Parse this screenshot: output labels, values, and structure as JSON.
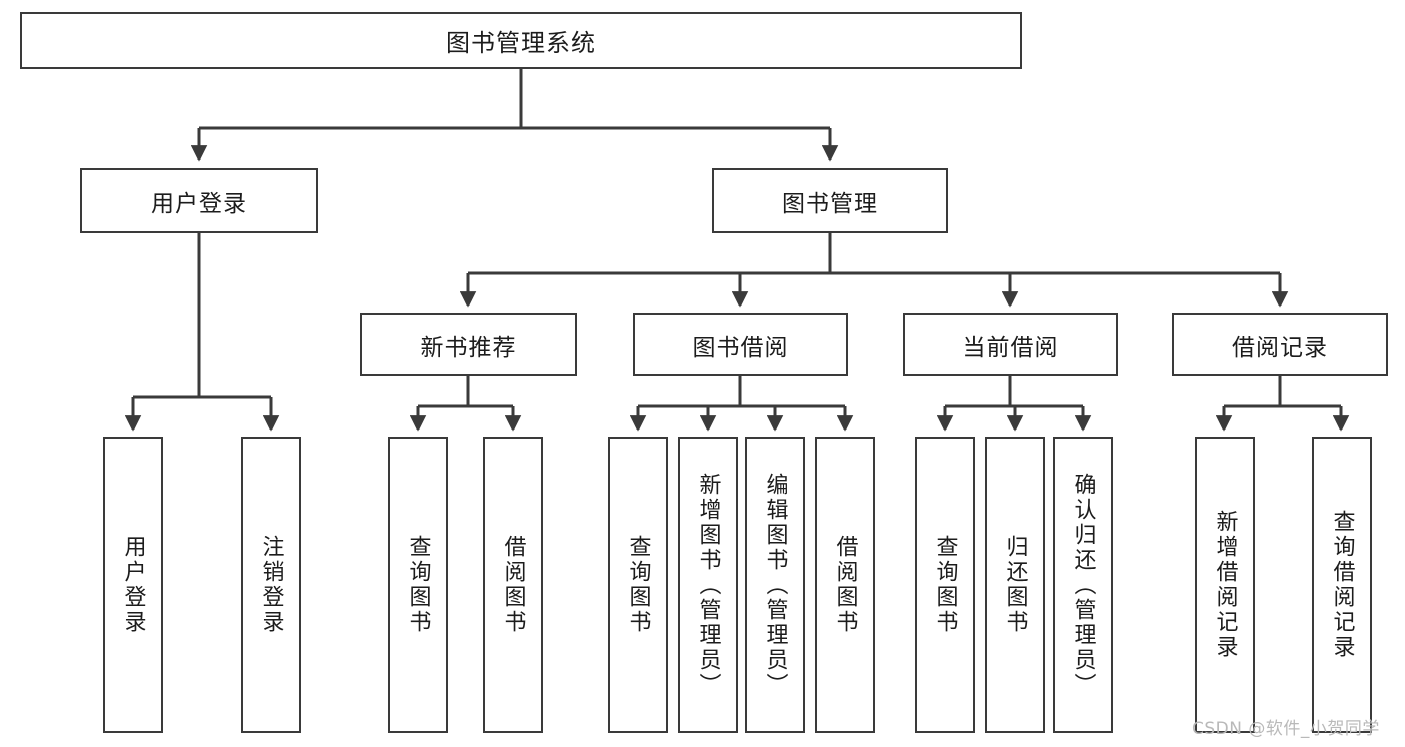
{
  "diagram": {
    "type": "tree-hierarchy",
    "title": "图书管理系统",
    "root": {
      "id": "root",
      "label": "图书管理系统"
    },
    "level2": [
      {
        "id": "user-login",
        "label": "用户登录"
      },
      {
        "id": "book-manage",
        "label": "图书管理"
      }
    ],
    "level3": [
      {
        "id": "new-book-recommend",
        "label": "新书推荐",
        "parent": "book-manage"
      },
      {
        "id": "book-borrow",
        "label": "图书借阅",
        "parent": "book-manage"
      },
      {
        "id": "current-borrow",
        "label": "当前借阅",
        "parent": "book-manage"
      },
      {
        "id": "borrow-record",
        "label": "借阅记录",
        "parent": "book-manage"
      }
    ],
    "leaves": [
      {
        "id": "leaf-user-login",
        "label": "用户登录",
        "parent": "user-login"
      },
      {
        "id": "leaf-logout-login",
        "label": "注销登录",
        "parent": "user-login"
      },
      {
        "id": "leaf-query-book-1",
        "label": "查询图书",
        "parent": "new-book-recommend"
      },
      {
        "id": "leaf-borrow-book-1",
        "label": "借阅图书",
        "parent": "new-book-recommend"
      },
      {
        "id": "leaf-query-book-2",
        "label": "查询图书",
        "parent": "book-borrow"
      },
      {
        "id": "leaf-add-book",
        "label": "新增图书（管理员）",
        "parent": "book-borrow"
      },
      {
        "id": "leaf-edit-book",
        "label": "编辑图书（管理员）",
        "parent": "book-borrow"
      },
      {
        "id": "leaf-borrow-book-2",
        "label": "借阅图书",
        "parent": "book-borrow"
      },
      {
        "id": "leaf-query-book-3",
        "label": "查询图书",
        "parent": "current-borrow"
      },
      {
        "id": "leaf-return-book",
        "label": "归还图书",
        "parent": "current-borrow"
      },
      {
        "id": "leaf-confirm-return",
        "label": "确认归还（管理员）",
        "parent": "current-borrow"
      },
      {
        "id": "leaf-add-record",
        "label": "新增借阅记录",
        "parent": "borrow-record"
      },
      {
        "id": "leaf-query-record",
        "label": "查询借阅记录",
        "parent": "borrow-record"
      }
    ]
  },
  "watermark": {
    "text": "CSDN @软件_小贺同学"
  },
  "colors": {
    "box_border": "#3a3a3a",
    "box_fill": "#ffffff",
    "connector": "#3a3a3a",
    "text": "#1c1c1c",
    "watermark": "#b9b9b9"
  }
}
